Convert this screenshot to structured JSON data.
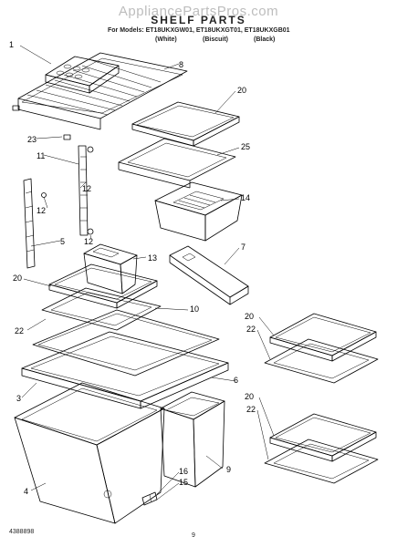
{
  "watermark": "AppliancePartsPros.com",
  "title": "SHELF PARTS",
  "models_line": "For Models: ET18UKXGW01, ET18UKXGT01, ET18UKXGB01",
  "colors": [
    "(White)",
    "(Biscuit)",
    "(Black)"
  ],
  "footer": {
    "doc_number": "4388898",
    "page_number": "9"
  },
  "callouts": {
    "c1": "1",
    "c8": "8",
    "c20a": "20",
    "c23": "23",
    "c25": "25",
    "c11": "11",
    "c12a": "12",
    "c14": "14",
    "c12b": "12",
    "c12c": "12",
    "c5": "5",
    "c13": "13",
    "c7": "7",
    "c20b": "20",
    "c10": "10",
    "c22a": "22",
    "c20c": "20",
    "c22b": "22",
    "c3": "3",
    "c6": "6",
    "c20d": "20",
    "c22c": "22",
    "c16": "16",
    "c15": "15",
    "c4": "4",
    "c9": "9"
  }
}
